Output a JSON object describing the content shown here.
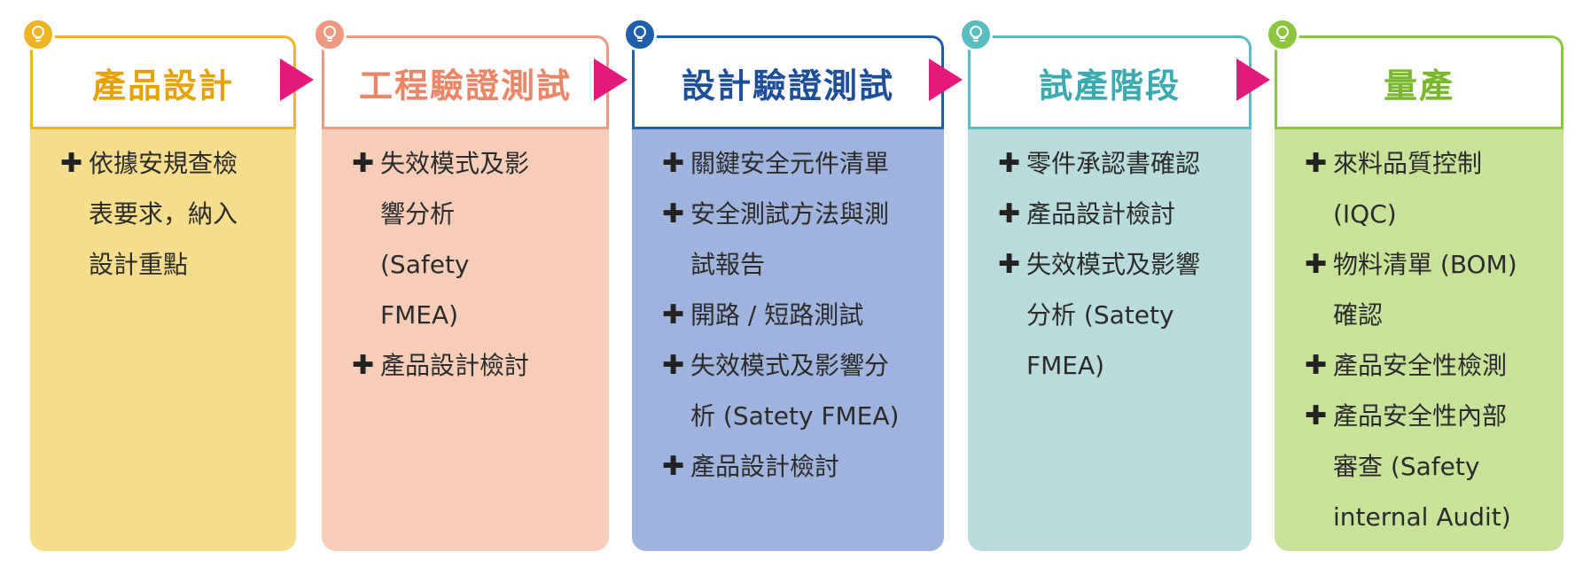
{
  "colors": {
    "arrow": "#e4197c"
  },
  "stages": [
    {
      "title": "產品設計",
      "accent": "#f0b323",
      "title_color": "#e8a200",
      "fill": "#f6dd8d",
      "icon": "lightbulb-icon",
      "items": [
        "依據安規查檢表要求，納入設計重點"
      ]
    },
    {
      "title": "工程驗證測試",
      "accent": "#ef9a80",
      "title_color": "#ec8466",
      "fill": "#f7cdb7",
      "icon": "lightbulb-icon",
      "items": [
        "失效模式及影響分析 (Safety FMEA)",
        "產品設計檢討"
      ]
    },
    {
      "title": "設計驗證測試",
      "accent": "#1f5ea8",
      "title_color": "#1c4f9a",
      "fill": "#9fb3df",
      "icon": "lightbulb-icon",
      "items": [
        "關鍵安全元件清單",
        "安全測試方法與測試報告",
        "開路 / 短路測試",
        "失效模式及影響分析 (Satety FMEA)",
        "產品設計檢討"
      ]
    },
    {
      "title": "試產階段",
      "accent": "#5bbcc0",
      "title_color": "#3aa9b0",
      "fill": "#b7dcdb",
      "icon": "lightbulb-icon",
      "items": [
        "零件承認書確認",
        "產品設計檢討",
        "失效模式及影響分析 (Satety FMEA)"
      ]
    },
    {
      "title": "量產",
      "accent": "#8cc63f",
      "title_color": "#76b82a",
      "fill": "#c9e29a",
      "icon": "lightbulb-icon",
      "items": [
        "來料品質控制 (IQC)",
        "物料清單 (BOM) 確認",
        "產品安全性檢測",
        "產品安全性內部審查 (Safety internal Audit)"
      ]
    }
  ]
}
